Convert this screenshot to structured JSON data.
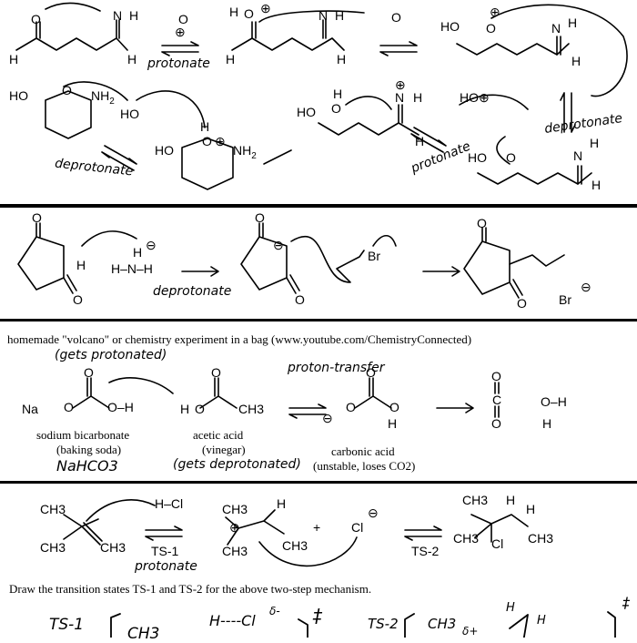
{
  "section1": {
    "protonate_a": "protonate",
    "protonate_b": "protonate",
    "deprotonate_a": "deprotonate",
    "deprotonate_b": "deprotonate",
    "atoms": {
      "o": "O",
      "n": "N",
      "h": "H",
      "ho": "HO",
      "nh2": "NH",
      "nh2_sub": "2",
      "plus": "⊕"
    }
  },
  "section2": {
    "base": "H–N–H",
    "base_h": "H",
    "bromide": "Br",
    "deprotonate": "deprotonate",
    "minus": "⊖"
  },
  "section3": {
    "heading": "homemade \"volcano\" or chemistry experiment in a bag (www.youtube.com/ChemistryConnected)",
    "gets_protonated": "(gets protonated)",
    "gets_deprotonated": "(gets deprotonated)",
    "proton_transfer": "proton-transfer",
    "na": "Na",
    "sodium_bicarbonate": "sodium bicarbonate",
    "baking_soda": "(baking soda)",
    "nahco3": "NaHCO3",
    "acetic_acid": "acetic acid",
    "vinegar": "(vinegar)",
    "carbonic_acid": "carbonic acid",
    "carbonic_note": "(unstable, loses CO2)",
    "ch3": "CH3"
  },
  "section4": {
    "ts1": "TS-1",
    "ts2": "TS-2",
    "protonate": "protonate",
    "hcl": "H–Cl",
    "cl": "Cl",
    "ch3": "CH3",
    "h": "H",
    "plus": "+"
  },
  "question": "Draw the transition states TS-1 and TS-2 for the above two-step mechanism.",
  "answer": {
    "ts1": "TS-1",
    "ts2": "TS-2",
    "ch3": "CH3",
    "hcl": "H----Cl",
    "delta_minus": "δ-",
    "delta_plus": "δ+",
    "dagger": "‡",
    "h": "H"
  }
}
